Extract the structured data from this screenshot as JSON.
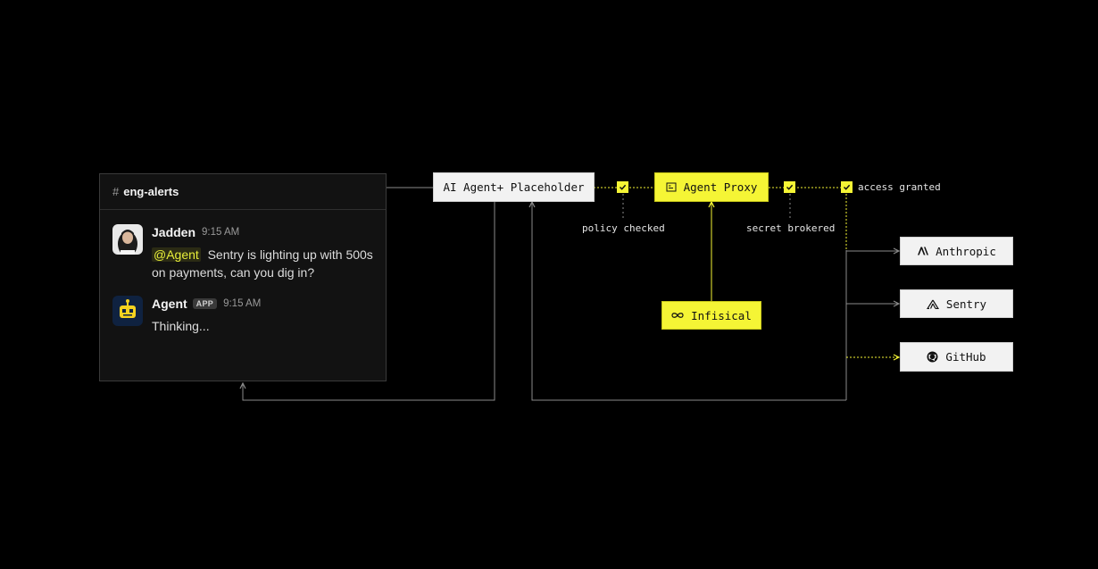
{
  "chat": {
    "channel_hash": "#",
    "channel_name": "eng-alerts",
    "messages": [
      {
        "user": "Jadden",
        "time": "9:15 AM",
        "mention": "@Agent",
        "text": "Sentry is lighting up with 500s on payments, can you dig in?"
      },
      {
        "user": "Agent",
        "badge": "APP",
        "time": "9:15 AM",
        "text": "Thinking..."
      }
    ]
  },
  "flow": {
    "agent_node": "AI Agent+ Placeholder",
    "proxy_node": "Agent Proxy",
    "secrets_node": "Infisical",
    "policy_label": "policy checked",
    "secret_label": "secret brokered",
    "access_label": "access granted"
  },
  "services": [
    {
      "name": "Anthropic",
      "icon": "anthropic-icon"
    },
    {
      "name": "Sentry",
      "icon": "sentry-icon"
    },
    {
      "name": "GitHub",
      "icon": "github-icon"
    }
  ],
  "colors": {
    "background": "#000000",
    "accent_yellow": "#f5f535",
    "wire_gray": "#8a8a8a",
    "panel": "#121212"
  }
}
